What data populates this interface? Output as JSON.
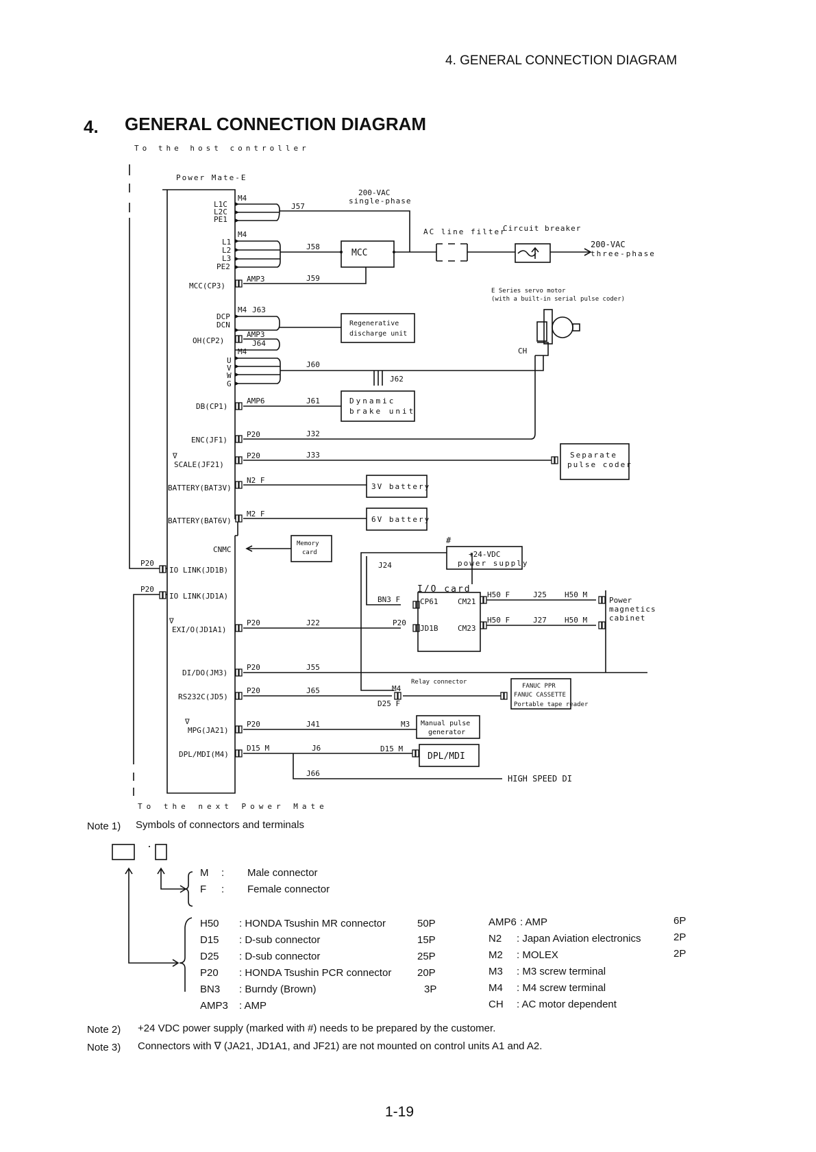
{
  "header": {
    "running_title": "4.  GENERAL CONNECTION DIAGRAM",
    "section_number": "4.",
    "section_title": "GENERAL CONNECTION DIAGRAM"
  },
  "diagram": {
    "to_host": "To the host controller",
    "to_next": "To the next Power Mate",
    "unit_name": "Power Mate-E",
    "ports": {
      "l1c": "L1C",
      "l2c": "L2C",
      "pe1": "PE1",
      "l1": "L1",
      "l2": "L2",
      "l3": "L3",
      "pe2": "PE2",
      "mcc": "MCC(CP3)",
      "dcp": "DCP",
      "dcn": "DCN",
      "oh": "OH(CP2)",
      "u": "U",
      "v": "V",
      "w": "W",
      "g": "G",
      "db": "DB(CP1)",
      "enc": "ENC(JF1)",
      "scale": "SCALE(JF21)",
      "bat3v": "BATTERY(BAT3V)",
      "bat6v": "BATTERY(BAT6V)",
      "cnmc": "CNMC",
      "iolink_b": "IO LINK(JD1B)",
      "iolink_a": "IO LINK(JD1A)",
      "exio": "EXI/O(JD1A1)",
      "dido": "DI/DO(JM3)",
      "rs232": "RS232C(JD5)",
      "mpg": "MPG(JA21)",
      "dpl": "DPL/MDI(M4)"
    },
    "connectors": {
      "m4a": "M4",
      "m4b": "M4",
      "amp3a": "AMP3",
      "m4c": "M4",
      "amp3b": "AMP3",
      "m4d": "M4",
      "amp6": "AMP6",
      "p20a": "P20",
      "p20b": "P20",
      "n2f": "N2 F",
      "m2f": "M2 F",
      "p20c": "P20",
      "p20d": "P20",
      "p20e": "P20",
      "p20f": "P20",
      "p20g": "P20",
      "p20h": "P20",
      "d15m": "D15 M",
      "bn3f": "BN3 F",
      "h50f1": "H50 F",
      "h50m1": "H50 M",
      "p20i": "P20",
      "h50f2": "H50 F",
      "h50m2": "H50 M",
      "m4e": "M4",
      "d25f": "D25 F",
      "m3": "M3",
      "d15m2": "D15 M"
    },
    "cables": {
      "j57": "J57",
      "j58": "J58",
      "j59": "J59",
      "j63": "J63",
      "j64": "J64",
      "j60": "J60",
      "j61": "J61",
      "j62": "J62",
      "j32": "J32",
      "j33": "J33",
      "j24": "J24",
      "j25": "J25",
      "j22": "J22",
      "j27": "J27",
      "j55": "J55",
      "j65": "J65",
      "j41": "J41",
      "j6": "J6",
      "j66": "J66"
    },
    "blocks": {
      "vac1_a": "200-VAC",
      "vac1_b": "single-phase",
      "mcc": "MCC",
      "ac_filter": "AC line filter",
      "breaker": "Circuit breaker",
      "vac3_a": "200-VAC",
      "vac3_b": "three-phase",
      "motor_a": "E Series servo motor",
      "motor_b": "(with a built-in serial pulse coder)",
      "ch": "CH",
      "regen_a": "Regenerative",
      "regen_b": "discharge unit",
      "dyn_a": "Dynamic",
      "dyn_b": "brake unit",
      "sep_a": "Separate",
      "sep_b": "pulse coder",
      "bat3": "3V battery",
      "bat6": "6V battery",
      "mem_a": "Memory",
      "mem_b": "card",
      "hash": "#",
      "ps_a": "+24-VDC",
      "ps_b": "power supply",
      "io_card": "I/O card",
      "cp61": "CP61",
      "cm21": "CM21",
      "jd1b": "JD1B",
      "cm23": "CM23",
      "pmc_a": "Power",
      "pmc_b": "magnetics",
      "pmc_c": "cabinet",
      "relay": "Relay connector",
      "ppr_a": "FANUC PPR",
      "ppr_b": "FANUC CASSETTE",
      "ppr_c": "Portable tape reader",
      "mpg_a": "Manual pulse",
      "mpg_b": "generator",
      "dpl": "DPL/MDI",
      "hsdi": "HIGH SPEED DI",
      "tri": "∇"
    }
  },
  "notes": {
    "note1_label": "Note 1)",
    "note1_text": "Symbols of connectors and terminals",
    "dot": "·",
    "m_code": "M",
    "m_colon": ":",
    "m_desc": "Male connector",
    "f_code": "F",
    "f_colon": ":",
    "f_desc": "Female connector",
    "legend_left": [
      {
        "code": "H50",
        "desc": ": HONDA Tsushin MR connector",
        "pins": "50P"
      },
      {
        "code": "D15",
        "desc": ": D-sub connector",
        "pins": "15P"
      },
      {
        "code": "D25",
        "desc": ": D-sub connector",
        "pins": "25P"
      },
      {
        "code": "P20",
        "desc": ": HONDA Tsushin PCR connector",
        "pins": "20P"
      },
      {
        "code": "BN3",
        "desc": ": Burndy (Brown)",
        "pins": "3P"
      },
      {
        "code": "AMP3",
        "desc": ": AMP",
        "pins": ""
      }
    ],
    "legend_right": [
      {
        "code": "AMP6",
        "desc": ": AMP",
        "pins": "6P"
      },
      {
        "code": "N2",
        "desc": ": Japan Aviation electronics",
        "pins": "2P"
      },
      {
        "code": "M2",
        "desc": ": MOLEX",
        "pins": "2P"
      },
      {
        "code": "M3",
        "desc": ": M3 screw terminal",
        "pins": ""
      },
      {
        "code": "M4",
        "desc": ": M4 screw terminal",
        "pins": ""
      },
      {
        "code": "CH",
        "desc": ": AC motor dependent",
        "pins": ""
      }
    ],
    "note2_label": "Note 2)",
    "note2_text": "+24 VDC power supply (marked with #) needs to be prepared by the customer.",
    "note3_label": "Note 3)",
    "note3_text": "Connectors with ∇ (JA21, JD1A1, and JF21) are not mounted on control units A1 and A2."
  },
  "footer": {
    "page_number": "1-19"
  }
}
